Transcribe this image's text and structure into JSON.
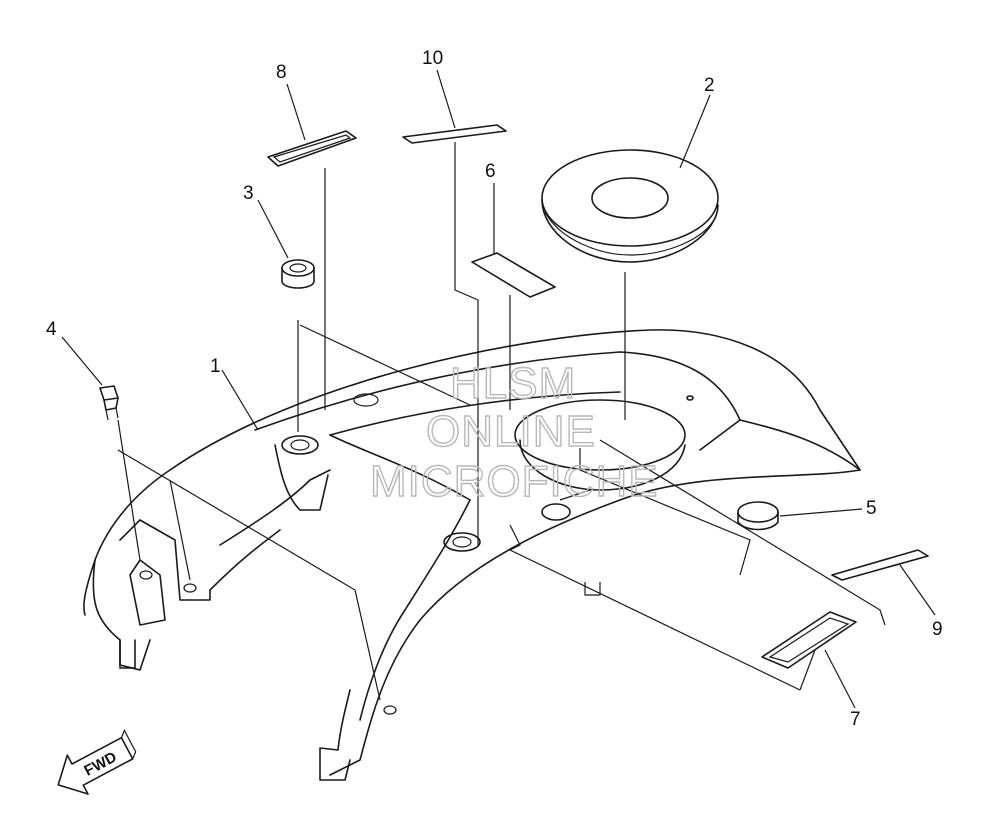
{
  "callouts": [
    {
      "id": "1",
      "label": "1"
    },
    {
      "id": "2",
      "label": "2"
    },
    {
      "id": "3",
      "label": "3"
    },
    {
      "id": "4",
      "label": "4"
    },
    {
      "id": "5",
      "label": "5"
    },
    {
      "id": "6",
      "label": "6"
    },
    {
      "id": "7",
      "label": "7"
    },
    {
      "id": "8",
      "label": "8"
    },
    {
      "id": "9",
      "label": "9"
    },
    {
      "id": "10",
      "label": "10"
    }
  ],
  "watermark": {
    "line1": "HLSM",
    "line2": "ONLINE",
    "line3": "MICROFICHE"
  },
  "direction_arrow": {
    "label": "FWD"
  }
}
